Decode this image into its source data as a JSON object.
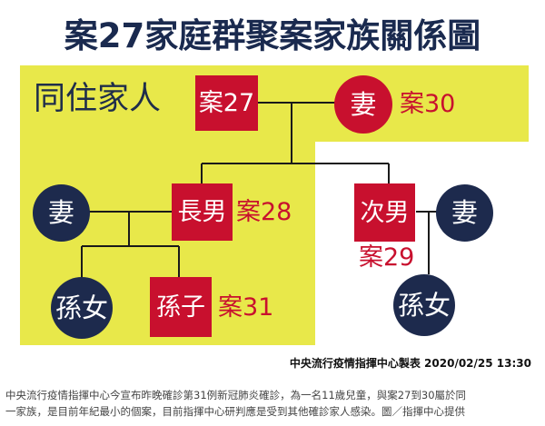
{
  "title": "案27家庭群聚案家族關係圖",
  "region_label": "同住家人",
  "nodes": {
    "case27": {
      "label": "案27"
    },
    "wife_case30": {
      "label": "妻",
      "case": "案30"
    },
    "eldest_son": {
      "label": "長男",
      "case": "案28"
    },
    "eldest_son_wife": {
      "label": "妻"
    },
    "second_son": {
      "label": "次男",
      "case": "案29"
    },
    "second_son_wife": {
      "label": "妻"
    },
    "granddaughter_left": {
      "label": "孫女"
    },
    "grandson": {
      "label": "孫子",
      "case": "案31"
    },
    "granddaughter_right": {
      "label": "孫女"
    }
  },
  "credit": "中央流行疫情指揮中心製表  2020/02/25  13:30",
  "caption": {
    "line1": "中央流行疫情指揮中心今宣布昨晚確診第31例新冠肺炎確診，為一名11歲兒童，與案27到30屬於同",
    "line2": "一家族，是目前年紀最小的個案，目前指揮中心研判應是受到其他確診家人感染。圖／指揮中心提供"
  },
  "colors": {
    "highlight_yellow": "#e8e84a",
    "case_red": "#c8102e",
    "navy": "#1d2a4d",
    "title_navy": "#1a2a4f"
  }
}
